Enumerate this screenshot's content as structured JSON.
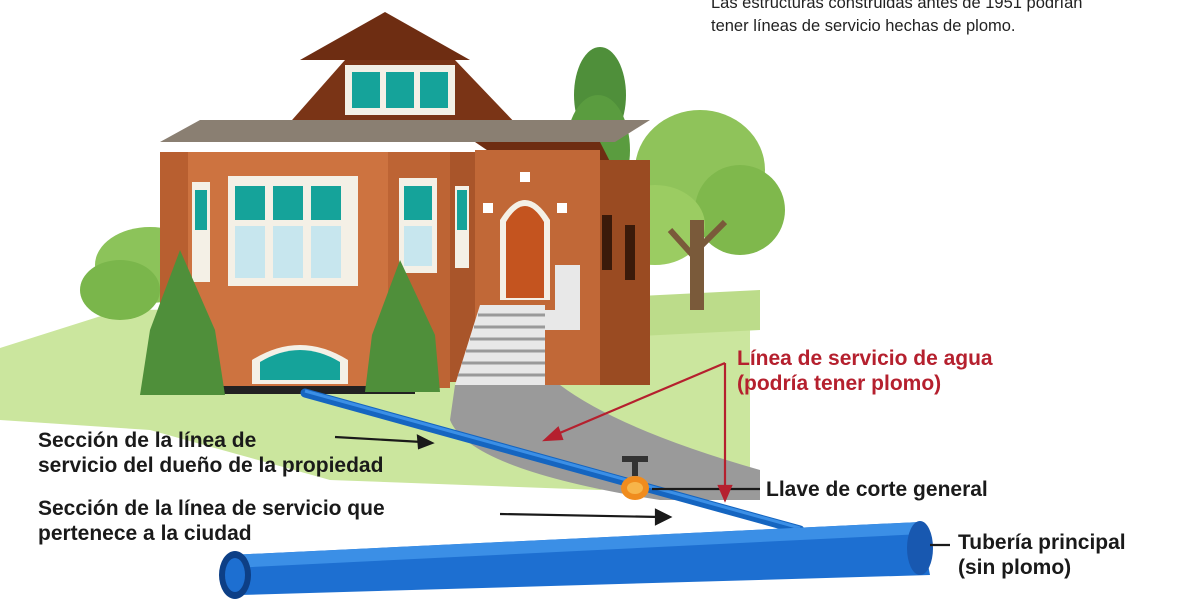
{
  "note": {
    "line1": "Las estructuras construidas antes de 1951 podrían",
    "line2": "tener líneas de servicio hechas de plomo."
  },
  "labels": {
    "water_service_line": {
      "line1": "Línea de servicio de agua",
      "line2": "(podría tener plomo)"
    },
    "owner_section": {
      "line1": "Sección de la línea de",
      "line2": "servicio del dueño de la propiedad"
    },
    "city_section": {
      "line1": "Sección de la línea de servicio que",
      "line2": "pertenece a la ciudad"
    },
    "shutoff_valve": "Llave de corte general",
    "main_pipe": {
      "line1": "Tubería principal",
      "line2": "(sin plomo)"
    }
  },
  "colors": {
    "accent_red": "#b5202e",
    "pipe_blue": "#1d6fd1",
    "house_brick": "#c86b3a",
    "roof_brown": "#7a3416",
    "lawn_green": "#c9e59a",
    "window_teal": "#15a39a",
    "valve_orange": "#f08c1e"
  }
}
